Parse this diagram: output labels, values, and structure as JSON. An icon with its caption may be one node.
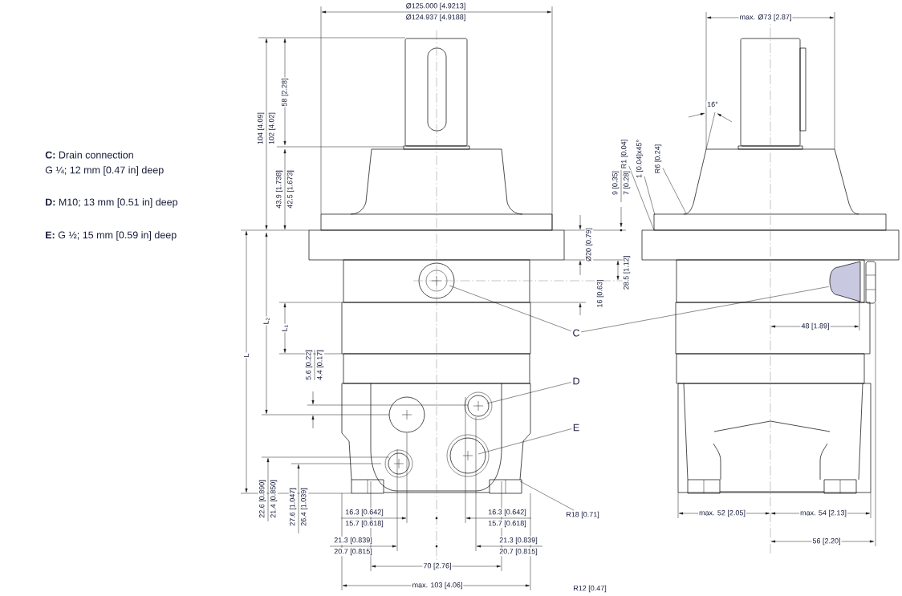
{
  "diagram": {
    "nodes": [
      {
        "text": [
          "C"
        ]
      },
      {
        "text": [
          "D"
        ]
      },
      {
        "text": [
          "E"
        ]
      },
      {
        "text": [
          "R1 [0.04]"
        ]
      },
      {
        "text": [
          "1 [0.04]x45°"
        ]
      },
      {
        "text": [
          "R6 [0.24]"
        ]
      },
      {
        "text": [
          "R18 [0.71]"
        ]
      },
      {
        "text": [],
        "shape": "picture"
      }
    ],
    "edges": [
      {
        "from": 0,
        "to": null,
        "arrow": "none"
      },
      {
        "from": 0,
        "to": 7,
        "arrow": "none"
      },
      {
        "from": 1,
        "to": null,
        "arrow": "none"
      },
      {
        "from": 2,
        "to": null,
        "arrow": "none"
      },
      {
        "from": 3,
        "to": null,
        "arrow": "none"
      },
      {
        "from": 4,
        "to": null,
        "arrow": "none"
      },
      {
        "from": 5,
        "to": null,
        "arrow": "none"
      },
      {
        "from": 6,
        "to": null,
        "arrow": "none"
      }
    ],
    "labels": [
      "**C:** Drain connection",
      "G ¼; 12 mm [0.47 in] deep",
      "**D:** M10; 13 mm [0.51 in] deep",
      "**E:** G ½; 15 mm [0.59 in] deep",
      "Ø125.000 [4.9213]",
      "Ø124.937 [4.9188]",
      "max. Ø73 [2.87]",
      "16°",
      "104 [4.09]",
      "102 [4.02]",
      "58 [2.28]",
      "43.9 [1.738]",
      "42.5 [1.673]",
      "9 [0.35]",
      "7 [0.28]",
      "Ø20 [0.79]",
      "28.5 [1.12]",
      "16 [0.63]",
      "L$_{2}$",
      "L$_{1}$",
      "L",
      "5.6 [0.22]",
      "4.4 [0.17]",
      "48 [1.89]",
      "22.6 [0.890]",
      "21.4 [0.850]",
      "27.6 [1.047]",
      "26.4 [1.039]",
      "16.3 [0.642]",
      "15.7 [0.618]",
      "16.3 [0.642]",
      "15.7 [0.618]",
      "21.3 [0.839]",
      "20.7 [0.815]",
      "21.3 [0.839]",
      "20.7 [0.815]",
      "70 [2.76]",
      "max. 103 [4.06]",
      "max. 52 [2.05]",
      "max. 54 [2.13]",
      "56 [2.20]",
      "R12 [0.47]"
    ]
  }
}
